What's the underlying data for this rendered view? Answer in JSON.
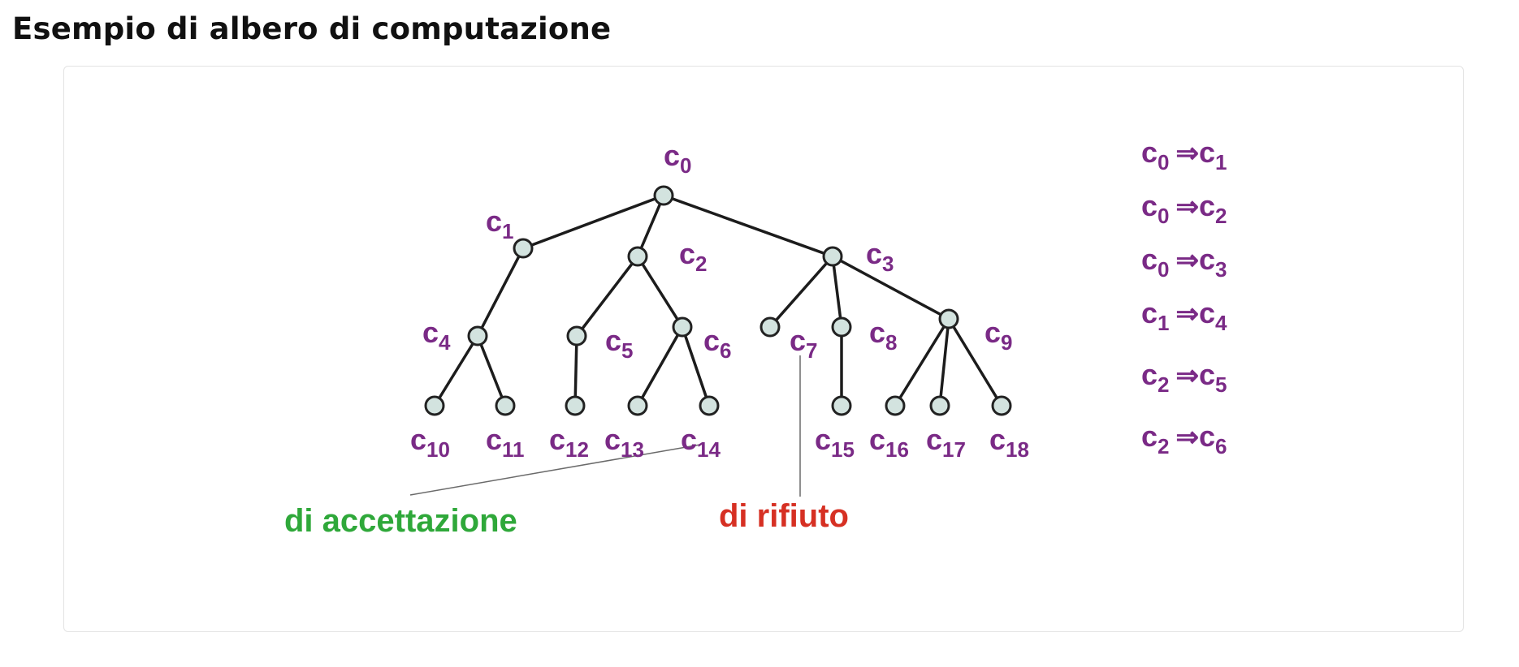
{
  "title": "Esempio di albero di computazione",
  "colors": {
    "node_label": "#7a2a86",
    "accept": "#2fa83a",
    "reject": "#d63023",
    "node_fill": "#d3e3df",
    "edge": "#1c1c1c"
  },
  "tree": {
    "nodes": [
      {
        "id": "c0",
        "base": "c",
        "sub": "0"
      },
      {
        "id": "c1",
        "base": "c",
        "sub": "1"
      },
      {
        "id": "c2",
        "base": "c",
        "sub": "2"
      },
      {
        "id": "c3",
        "base": "c",
        "sub": "3"
      },
      {
        "id": "c4",
        "base": "c",
        "sub": "4"
      },
      {
        "id": "c5",
        "base": "c",
        "sub": "5"
      },
      {
        "id": "c6",
        "base": "c",
        "sub": "6"
      },
      {
        "id": "c7",
        "base": "c",
        "sub": "7"
      },
      {
        "id": "c8",
        "base": "c",
        "sub": "8"
      },
      {
        "id": "c9",
        "base": "c",
        "sub": "9"
      },
      {
        "id": "c10",
        "base": "c",
        "sub": "10"
      },
      {
        "id": "c11",
        "base": "c",
        "sub": "11"
      },
      {
        "id": "c12",
        "base": "c",
        "sub": "12"
      },
      {
        "id": "c13",
        "base": "c",
        "sub": "13"
      },
      {
        "id": "c14",
        "base": "c",
        "sub": "14"
      },
      {
        "id": "c15",
        "base": "c",
        "sub": "15"
      },
      {
        "id": "c16",
        "base": "c",
        "sub": "16"
      },
      {
        "id": "c17",
        "base": "c",
        "sub": "17"
      },
      {
        "id": "c18",
        "base": "c",
        "sub": "18"
      }
    ],
    "edges": [
      [
        "c0",
        "c1"
      ],
      [
        "c0",
        "c2"
      ],
      [
        "c0",
        "c3"
      ],
      [
        "c1",
        "c4"
      ],
      [
        "c2",
        "c5"
      ],
      [
        "c2",
        "c6"
      ],
      [
        "c3",
        "c7"
      ],
      [
        "c3",
        "c8"
      ],
      [
        "c3",
        "c9"
      ],
      [
        "c4",
        "c10"
      ],
      [
        "c4",
        "c11"
      ],
      [
        "c5",
        "c12"
      ],
      [
        "c6",
        "c13"
      ],
      [
        "c6",
        "c14"
      ],
      [
        "c8",
        "c15"
      ],
      [
        "c9",
        "c16"
      ],
      [
        "c9",
        "c17"
      ],
      [
        "c9",
        "c18"
      ]
    ]
  },
  "annotations": {
    "accept_label": "di accettazione",
    "reject_label": "di rifiuto"
  },
  "transitions": [
    {
      "from": "0",
      "to": "1"
    },
    {
      "from": "0",
      "to": "2"
    },
    {
      "from": "0",
      "to": "3"
    },
    {
      "from": "1",
      "to": "4"
    },
    {
      "from": "2",
      "to": "5"
    },
    {
      "from": "2",
      "to": "6"
    }
  ],
  "transition_symbol": "⇒",
  "transition_base": "c"
}
